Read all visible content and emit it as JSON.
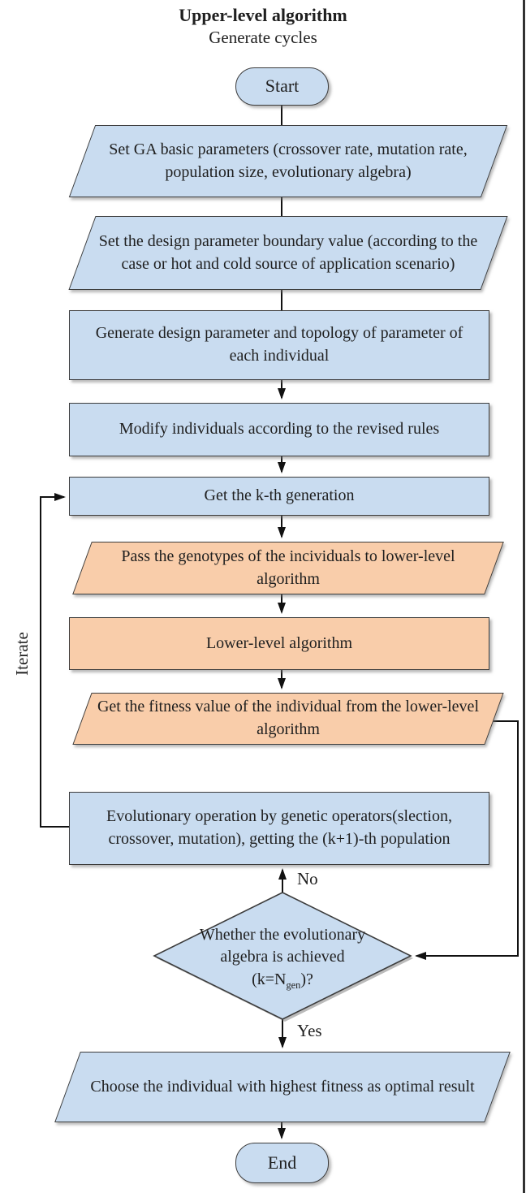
{
  "title": "Upper-level algorithm",
  "subtitle": "Generate cycles",
  "colors": {
    "upper_fill": "#C9DCF0",
    "lower_fill": "#F9CDAA",
    "shape_border": "#3C3C3C",
    "line": "#111111",
    "text": "#1F1F1F"
  },
  "nodes": {
    "start": "Start",
    "set_ga_parameters": "Set GA basic parameters (crossover rate, mutation rate, population size, evolutionary algebra)",
    "set_boundary_value": "Set the design parameter boundary value (according to the case or hot and cold source of application scenario)",
    "generate_design_parameter": "Generate design parameter and topology of parameter of each individual",
    "modify_individuals": "Modify individuals according to the revised rules",
    "get_kth_generation": "Get the k-th generation",
    "pass_genotypes": "Pass the genotypes of the incividuals to lower-level algorithm",
    "lower_level_algorithm": "Lower-level algorithm",
    "get_fitness_value": "Get the fitness value of the individual from the lower-level algorithm",
    "evolutionary_operation": "Evolutionary operation by genetic operators(slection, crossover, mutation), getting the (k+1)-th population",
    "decision": {
      "line1": "Whether the evolutionary",
      "line2": "algebra is achieved",
      "line3_pre": "(k=N",
      "line3_sub": "gen",
      "line3_post": ")?"
    },
    "choose_individual": "Choose the individual with highest fitness as optimal result",
    "end": "End"
  },
  "labels": {
    "no": "No",
    "yes": "Yes",
    "iterate": "Iterate"
  }
}
